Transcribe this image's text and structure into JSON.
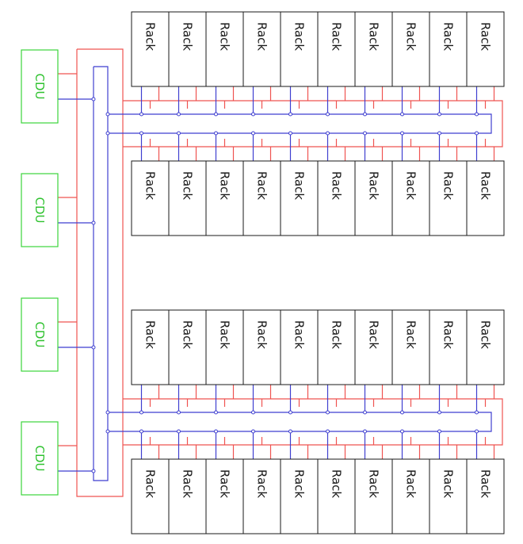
{
  "rack_label": "Rack",
  "cdu_label": "CDU",
  "rack_rows": [
    {
      "id": "row-1",
      "count": 10
    },
    {
      "id": "row-2",
      "count": 10
    },
    {
      "id": "row-3",
      "count": 10
    },
    {
      "id": "row-4",
      "count": 10
    }
  ],
  "cdu_count": 4,
  "colors": {
    "supply_line": "#ef5350",
    "return_line": "#3f3fd0",
    "cdu_border": "#3bd43b",
    "cdu_text": "#2fc22f",
    "rack_border": "#1a1a1a",
    "rack_text": "#1a1a1a"
  }
}
